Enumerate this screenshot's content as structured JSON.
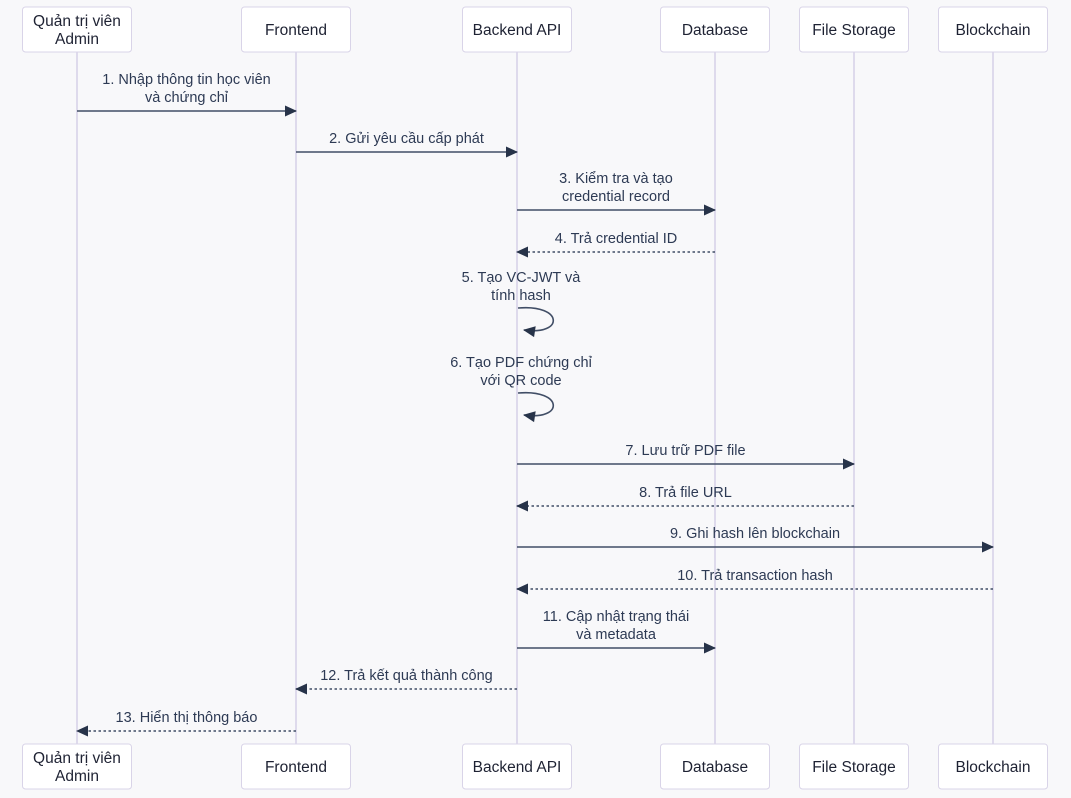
{
  "diagram_type": "sequence-diagram",
  "actors": [
    {
      "id": "admin",
      "label_lines": [
        "Quản trị viên",
        "Admin"
      ]
    },
    {
      "id": "frontend",
      "label_lines": [
        "Frontend"
      ]
    },
    {
      "id": "backend",
      "label_lines": [
        "Backend API"
      ]
    },
    {
      "id": "database",
      "label_lines": [
        "Database"
      ]
    },
    {
      "id": "storage",
      "label_lines": [
        "File Storage"
      ]
    },
    {
      "id": "blockchain",
      "label_lines": [
        "Blockchain"
      ]
    }
  ],
  "messages": [
    {
      "num": 1,
      "lines": [
        "1. Nhập thông tin học viên",
        "và chứng chỉ"
      ],
      "from": "admin",
      "to": "frontend",
      "arrow": "solid"
    },
    {
      "num": 2,
      "lines": [
        "2. Gửi yêu cầu cấp phát"
      ],
      "from": "frontend",
      "to": "backend",
      "arrow": "solid"
    },
    {
      "num": 3,
      "lines": [
        "3. Kiểm tra và tạo",
        "credential record"
      ],
      "from": "backend",
      "to": "database",
      "arrow": "solid"
    },
    {
      "num": 4,
      "lines": [
        "4. Trả credential ID"
      ],
      "from": "database",
      "to": "backend",
      "arrow": "dashed"
    },
    {
      "num": 5,
      "lines": [
        "5. Tạo VC-JWT và",
        "tính hash"
      ],
      "from": "backend",
      "to": "backend",
      "arrow": "self"
    },
    {
      "num": 6,
      "lines": [
        "6. Tạo PDF chứng chỉ",
        "với QR code"
      ],
      "from": "backend",
      "to": "backend",
      "arrow": "self"
    },
    {
      "num": 7,
      "lines": [
        "7. Lưu trữ PDF file"
      ],
      "from": "backend",
      "to": "storage",
      "arrow": "solid"
    },
    {
      "num": 8,
      "lines": [
        "8. Trả file URL"
      ],
      "from": "storage",
      "to": "backend",
      "arrow": "dashed"
    },
    {
      "num": 9,
      "lines": [
        "9. Ghi hash lên blockchain"
      ],
      "from": "backend",
      "to": "blockchain",
      "arrow": "solid"
    },
    {
      "num": 10,
      "lines": [
        "10. Trả transaction hash"
      ],
      "from": "blockchain",
      "to": "backend",
      "arrow": "dashed"
    },
    {
      "num": 11,
      "lines": [
        "11. Cập nhật trạng thái",
        "và metadata"
      ],
      "from": "backend",
      "to": "database",
      "arrow": "solid"
    },
    {
      "num": 12,
      "lines": [
        "12. Trả kết quả thành công"
      ],
      "from": "backend",
      "to": "frontend",
      "arrow": "dashed"
    },
    {
      "num": 13,
      "lines": [
        "13. Hiển thị thông báo"
      ],
      "from": "frontend",
      "to": "admin",
      "arrow": "dashed"
    }
  ],
  "colors": {
    "background": "#f8f8fa",
    "actor_fill": "#ffffff",
    "actor_border": "#d9d4e8",
    "actor_text": "#1e2233",
    "lifeline": "#d8d3e8",
    "message_line": "#414e66",
    "arrowhead": "#273349",
    "message_text": "#2d3a54"
  }
}
